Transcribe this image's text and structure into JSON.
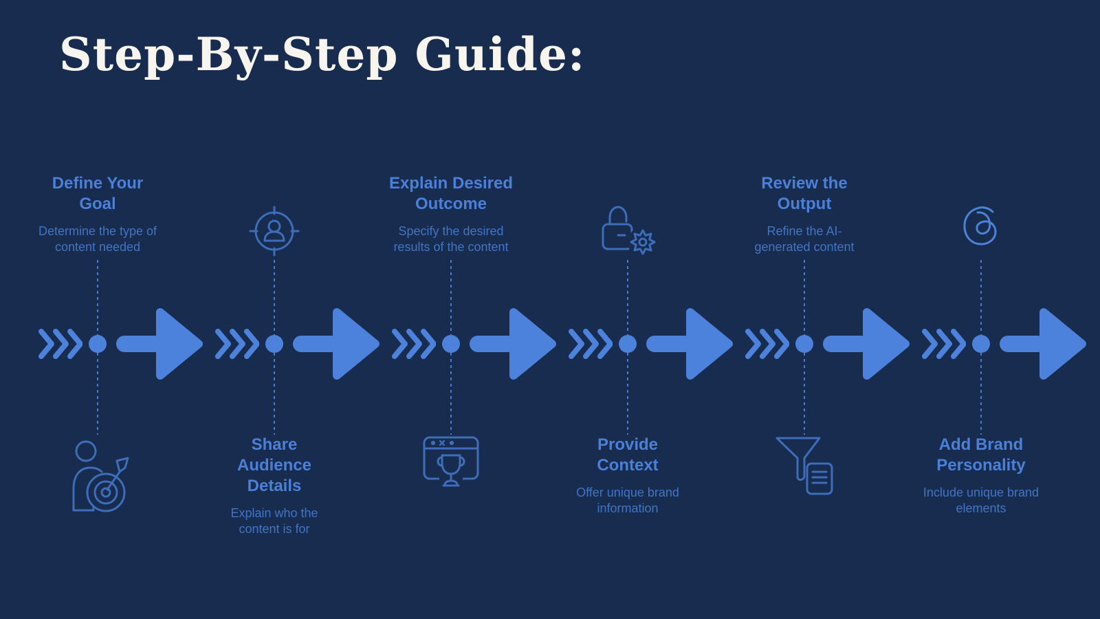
{
  "page": {
    "heading": "Step-By-Step Guide:"
  },
  "colors": {
    "background": "#172C4E",
    "accent": "#4D82DC",
    "step_title": "#4C80D8",
    "step_description": "#4274C6",
    "icon_stroke": "#3E6DBA",
    "heading_text": "#F8F5EF"
  },
  "steps": [
    {
      "title": "Define Your Goal",
      "description": "Determine the type of content needed",
      "icon": "goal-target-icon",
      "text_position": "above"
    },
    {
      "title": "Share Audience Details",
      "description": "Explain who the content is for",
      "icon": "audience-target-icon",
      "text_position": "below"
    },
    {
      "title": "Explain Desired Outcome",
      "description": "Specify the desired results of the content",
      "icon": "browser-trophy-icon",
      "text_position": "above"
    },
    {
      "title": "Provide Context",
      "description": "Offer unique brand information",
      "icon": "lock-gear-icon",
      "text_position": "below"
    },
    {
      "title": "Review the Output",
      "description": "Refine the AI-generated content",
      "icon": "funnel-document-icon",
      "text_position": "above"
    },
    {
      "title": "Add Brand Personality",
      "description": "Include unique brand elements",
      "icon": "threads-icon",
      "text_position": "below"
    }
  ]
}
